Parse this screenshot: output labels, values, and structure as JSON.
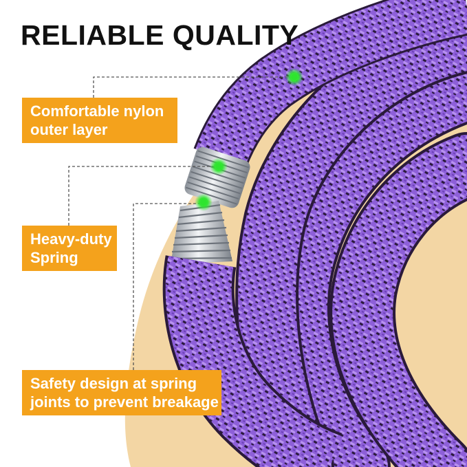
{
  "headline": "RELIABLE QUALITY",
  "callouts": [
    {
      "line1": "Comfortable nylon",
      "line2": "outer layer"
    },
    {
      "line1": "Heavy-duty",
      "line2": "Spring"
    },
    {
      "line1": "Safety design at spring",
      "line2": "joints to prevent breakage"
    }
  ],
  "colors": {
    "background": "#ffffff",
    "backdrop_arc": "#f3d6a4",
    "hose_purple": "#8b5cd6",
    "hose_dark": "#2a1a3a",
    "spring_silver": "#cfd3d8",
    "marker_green": "#2ee52e",
    "callout_orange": "#f4a21c",
    "callout_text": "#ffffff",
    "headline_text": "#111111"
  }
}
